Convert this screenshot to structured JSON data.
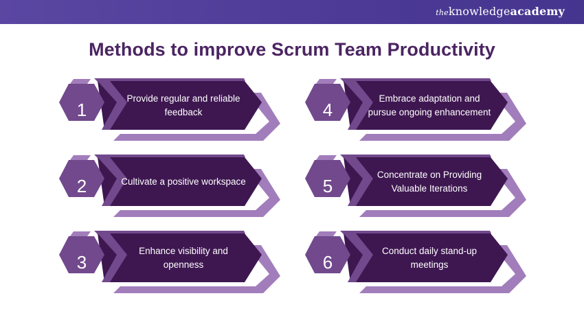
{
  "header": {
    "brand_prefix": "the",
    "brand_main": "knowledge",
    "brand_suffix": "academy"
  },
  "title": "Methods to improve Scrum Team Productivity",
  "colors": {
    "header": "#4c3a96",
    "title": "#4b2462",
    "dark": "#3e1751",
    "mid": "#71498c",
    "light": "#a27dbb"
  },
  "items": [
    {
      "number": "1",
      "text": "Provide regular and reliable feedback"
    },
    {
      "number": "2",
      "text": "Cultivate a positive workspace"
    },
    {
      "number": "3",
      "text": "Enhance visibility and openness"
    },
    {
      "number": "4",
      "text": "Embrace adaptation and pursue ongoing enhancement"
    },
    {
      "number": "5",
      "text": "Concentrate on Providing Valuable Iterations"
    },
    {
      "number": "6",
      "text": "Conduct daily stand-up meetings"
    }
  ]
}
